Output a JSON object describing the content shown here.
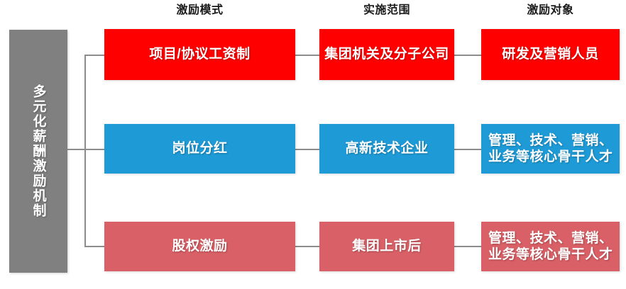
{
  "diagram": {
    "root": {
      "label": "多元化薪酬激励机制",
      "color": "#808080"
    },
    "column_headers": [
      {
        "label": "激励模式"
      },
      {
        "label": "实施范围"
      },
      {
        "label": "激励对象"
      }
    ],
    "rows": [
      {
        "color": "#FF0000",
        "cells": [
          {
            "label": "项目/协议工资制",
            "align": "center"
          },
          {
            "label": "集团机关及分子公司",
            "align": "center"
          },
          {
            "label": "研发及营销人员",
            "align": "center"
          }
        ]
      },
      {
        "color": "#1E9BD7",
        "cells": [
          {
            "label": "岗位分红",
            "align": "center"
          },
          {
            "label": "高新技术企业",
            "align": "center"
          },
          {
            "label": "管理、技术、营销、\n业务等核心骨干人才",
            "align": "left"
          }
        ]
      },
      {
        "color": "#D96066",
        "cells": [
          {
            "label": "股权激励",
            "align": "center"
          },
          {
            "label": "集团上市后",
            "align": "center"
          },
          {
            "label": "管理、技术、营销、\n业务等核心骨干人才",
            "align": "left"
          }
        ]
      }
    ],
    "connector_color": "#8C8C8C"
  }
}
